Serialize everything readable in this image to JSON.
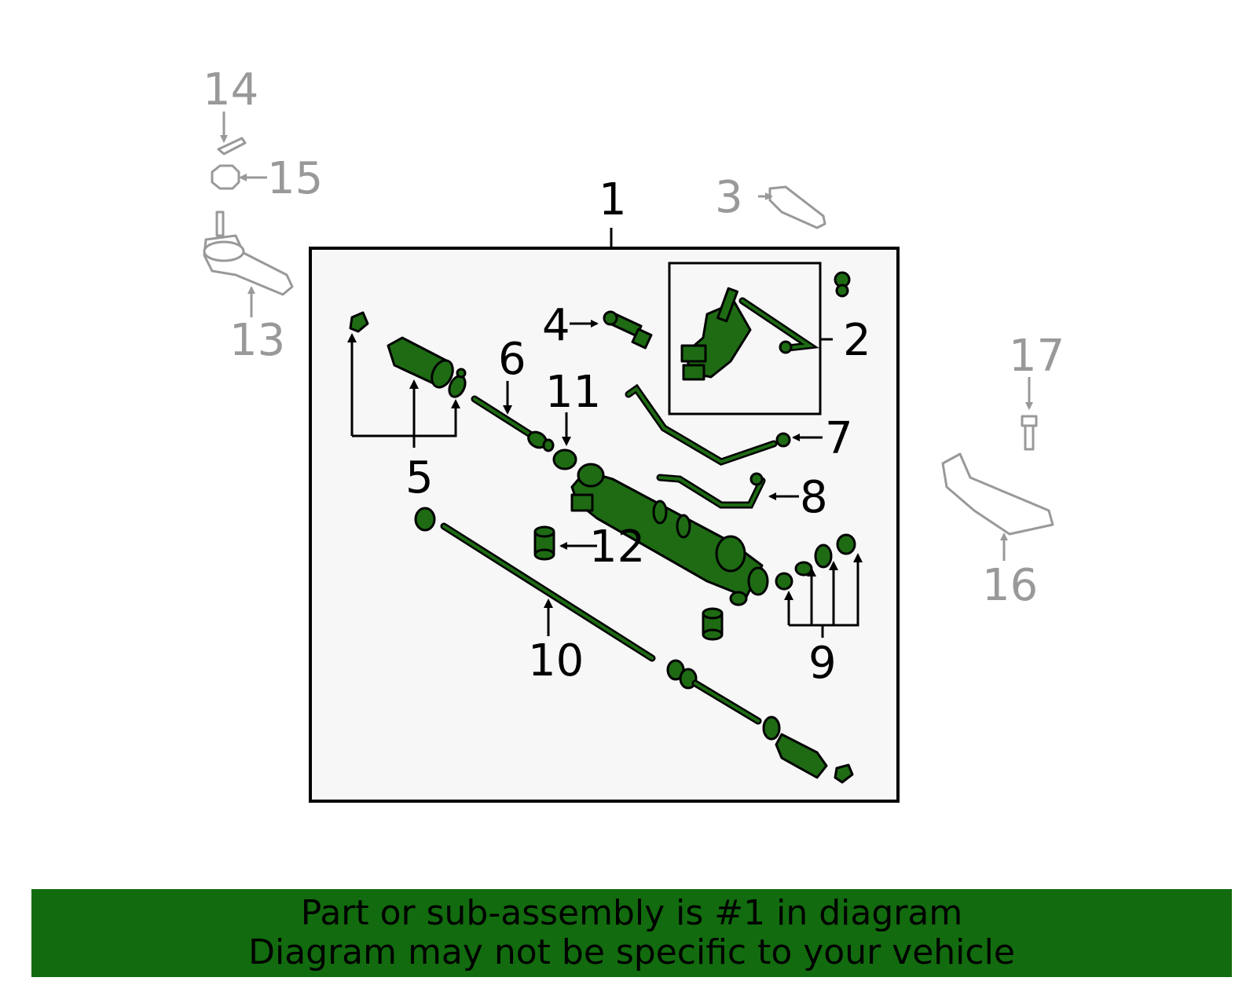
{
  "callouts": {
    "c1": "1",
    "c2": "2",
    "c3": "3",
    "c4": "4",
    "c5": "5",
    "c6": "6",
    "c7": "7",
    "c8": "8",
    "c9": "9",
    "c10": "10",
    "c11": "11",
    "c12": "12",
    "c13": "13",
    "c14": "14",
    "c15": "15",
    "c16": "16",
    "c17": "17"
  },
  "highlighted_part": "1",
  "colors": {
    "part_fill": "#1e6b14",
    "banner_background": "#126b0e",
    "inactive_text": "#999999",
    "active_text": "#000000"
  },
  "footer": {
    "line1": "Part or sub-assembly is #1 in diagram",
    "line2": "Diagram may not be specific to your vehicle"
  }
}
